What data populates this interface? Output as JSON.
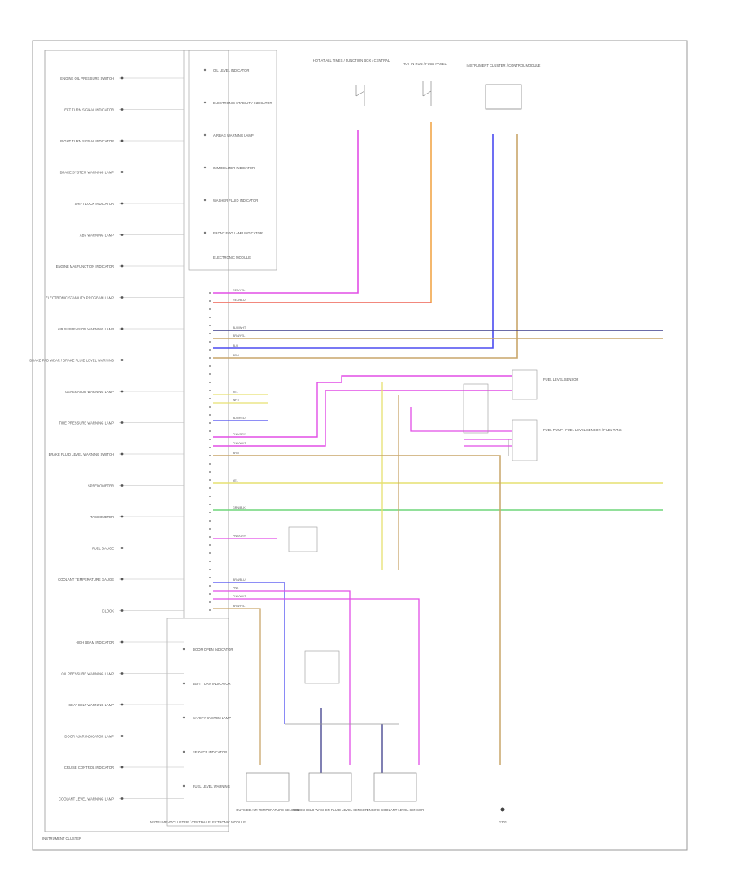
{
  "diagram": {
    "footer_label": "INSTRUMENT CLUSTER",
    "cluster_caption": "INSTRUMENT CLUSTER / CENTRAL ELECTRONIC MODULE",
    "top_fuse_1": "HOT AT ALL TIMES / JUNCTION BOX / CENTRAL",
    "top_fuse_2": "HOT IN RUN / FUSE PANEL",
    "top_fuse_3": "INSTRUMENT CLUSTER / CONTROL MODULE",
    "module_caption": "ELECTRONIC MODULE",
    "fuel_sender": "FUEL LEVEL SENSOR",
    "fuel_pump": "FUEL PUMP / FUEL LEVEL SENSOR / FUEL TANK",
    "bottom_s1": "OUTSIDE AIR TEMPERATURE SENSOR",
    "bottom_s2": "WINDSHIELD WASHER FLUID LEVEL SENSOR",
    "bottom_s3": "ENGINE COOLANT LEVEL SENSOR",
    "ground_label": "G301",
    "left_labels": [
      "ENGINE OIL PRESSURE SWITCH",
      "LEFT TURN SIGNAL INDICATOR",
      "RIGHT TURN SIGNAL INDICATOR",
      "BRAKE SYSTEM WARNING LAMP",
      "SHIFT LOCK INDICATOR",
      "ABS WARNING LAMP",
      "ENGINE MALFUNCTION INDICATOR",
      "ELECTRONIC STABILITY PROGRAM LAMP",
      "AIR SUSPENSION WARNING LAMP",
      "BRAKE PAD WEAR / BRAKE FLUID LEVEL WARNING",
      "GENERATOR WARNING LAMP",
      "TIRE PRESSURE WARNING LAMP",
      "BRAKE FLUID LEVEL WARNING SWITCH",
      "SPEEDOMETER",
      "TACHOMETER",
      "FUEL GAUGE",
      "COOLANT TEMPERATURE GAUGE",
      "CLOCK",
      "HIGH BEAM INDICATOR",
      "OIL PRESSURE WARNING LAMP",
      "SEAT BELT WARNING LAMP",
      "DOOR AJAR INDICATOR LAMP",
      "CRUISE CONTROL INDICATOR",
      "COOLANT LEVEL WARNING LAMP"
    ],
    "right_top_labels": [
      "OIL LEVEL INDICATOR",
      "ELECTRONIC STABILITY INDICATOR",
      "AIRBAG WARNING LAMP",
      "IMMOBILIZER INDICATOR",
      "WASHER FLUID INDICATOR",
      "FRONT FOG LAMP INDICATOR"
    ],
    "right_bottom_labels": [
      "DOOR OPEN INDICATOR",
      "LEFT TURN INDICATOR",
      "SAFETY SYSTEM LAMP",
      "SERVICE INDICATOR",
      "FUEL LEVEL WARNING"
    ],
    "wire_labels": [
      "RED/YEL",
      "RED/BLU",
      "BLU/WHT",
      "BRN/YEL",
      "BLU",
      "BRN",
      "YEL",
      "WHT",
      "BLU/RED",
      "PNK/GRY",
      "PNK/WHT",
      "BRN",
      "YEL",
      "GRN/BLK",
      "PNK/GRY",
      "BRN/BLU",
      "PNK",
      "PNK/WHT",
      "BRN/YEL"
    ]
  },
  "colors": {
    "pink": "#e24ee6",
    "orange": "#f2a64a",
    "blue": "#4b4bf0",
    "tan": "#c9a66a",
    "yellow": "#e6e070",
    "green": "#6fd67a",
    "red": "#f07070",
    "gray": "#8a8a8a",
    "navy": "#3b3b8a"
  }
}
